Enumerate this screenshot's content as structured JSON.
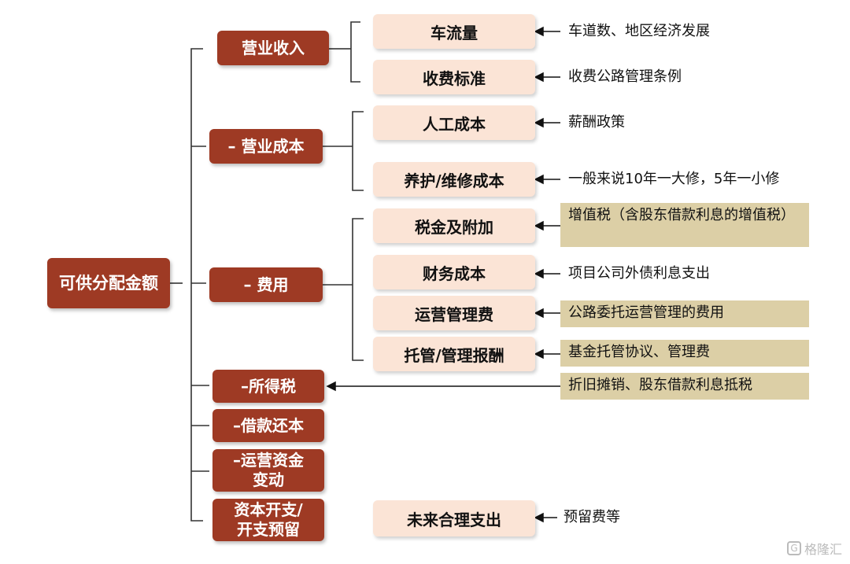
{
  "root": "可供分配金额",
  "categories": [
    {
      "label": "营业收入",
      "items": [
        {
          "label": "车流量",
          "note": "车道数、地区经济发展"
        },
        {
          "label": "收费标准",
          "note": "收费公路管理条例"
        }
      ]
    },
    {
      "label": "– 营业成本",
      "items": [
        {
          "label": "人工成本",
          "note": "薪酬政策"
        },
        {
          "label": "养护/维修成本",
          "note": "一般来说10年一大修，5年一小修"
        }
      ]
    },
    {
      "label": "– 费用",
      "items": [
        {
          "label": "税金及附加",
          "note": "增值税（含股东借款利息的增值税）"
        },
        {
          "label": "财务成本",
          "note": "项目公司外债利息支出"
        },
        {
          "label": "运营管理费",
          "note": "公路委托运营管理的费用"
        },
        {
          "label": "托管/管理报酬",
          "note": "基金托管协议、管理费"
        }
      ]
    },
    {
      "label": "–所得税",
      "note": "折旧摊销、股东借款利息抵税"
    },
    {
      "label": "–借款还本"
    },
    {
      "label": "–运营资金变动"
    },
    {
      "label": "资本开支/开支预留",
      "items": [
        {
          "label": "未来合理支出",
          "note": "预留费等"
        }
      ]
    }
  ],
  "colors": {
    "dark_box": "#9e3a24",
    "light_box": "#fbe4d6",
    "highlight_note": "#dccfa6"
  },
  "watermark": "格隆汇",
  "watermark_icon": "G"
}
